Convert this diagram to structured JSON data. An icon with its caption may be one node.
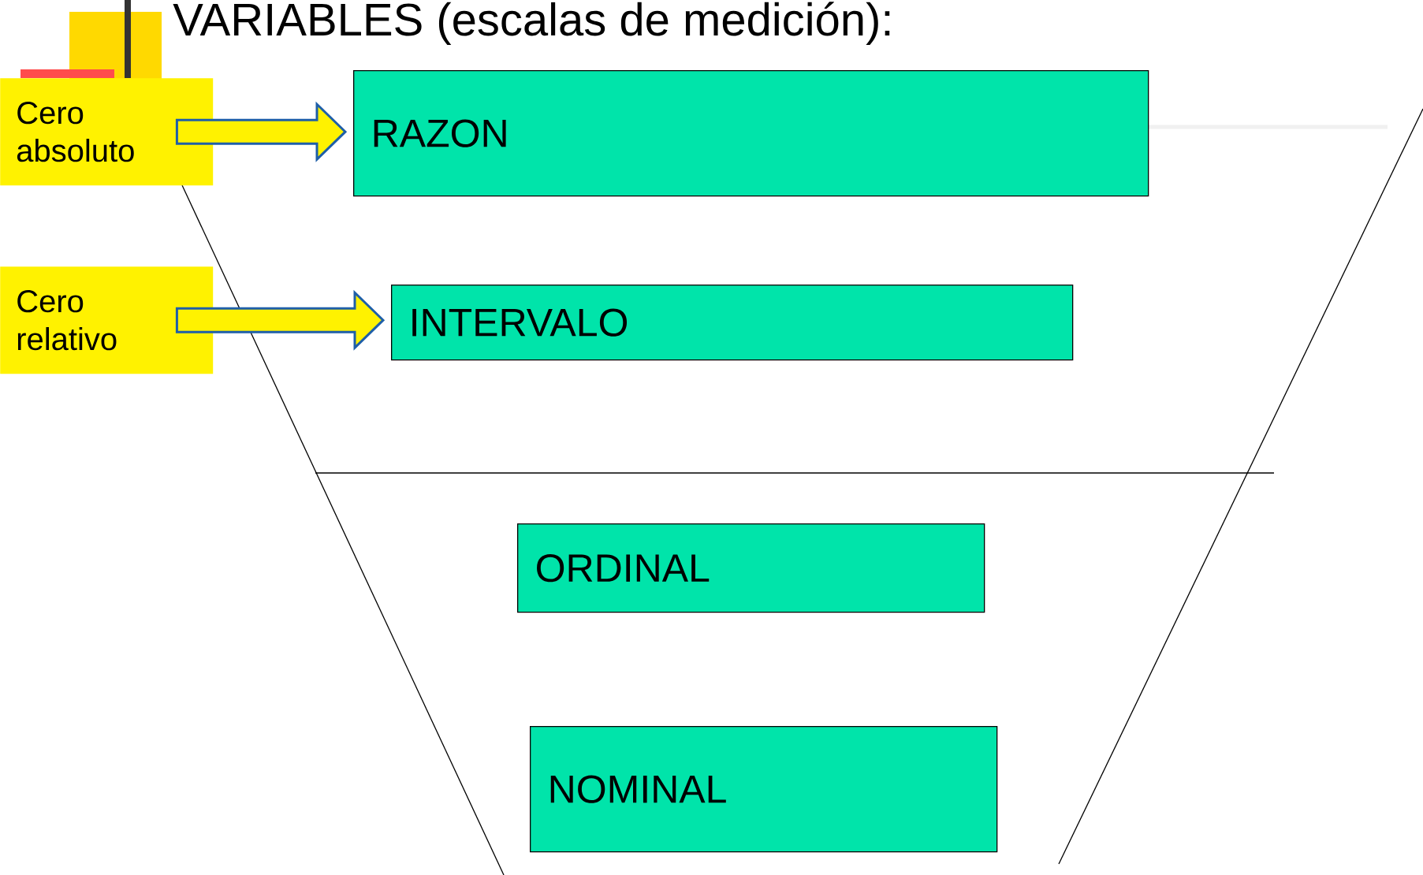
{
  "diagram": {
    "title": "VARIABLES (escalas de medición):",
    "nodes": [
      {
        "text": [
          "Cero absoluto"
        ]
      },
      {
        "text": [
          "RAZON"
        ]
      },
      {
        "text": [
          "Cero relativo"
        ]
      },
      {
        "text": [
          "INTERVALO"
        ]
      },
      {
        "text": [
          "ORDINAL"
        ]
      },
      {
        "text": [
          "NOMINAL"
        ]
      }
    ],
    "edges": [
      {
        "from": 0,
        "to": 1,
        "arrow": "to"
      },
      {
        "from": 2,
        "to": 3,
        "arrow": "to"
      }
    ]
  }
}
